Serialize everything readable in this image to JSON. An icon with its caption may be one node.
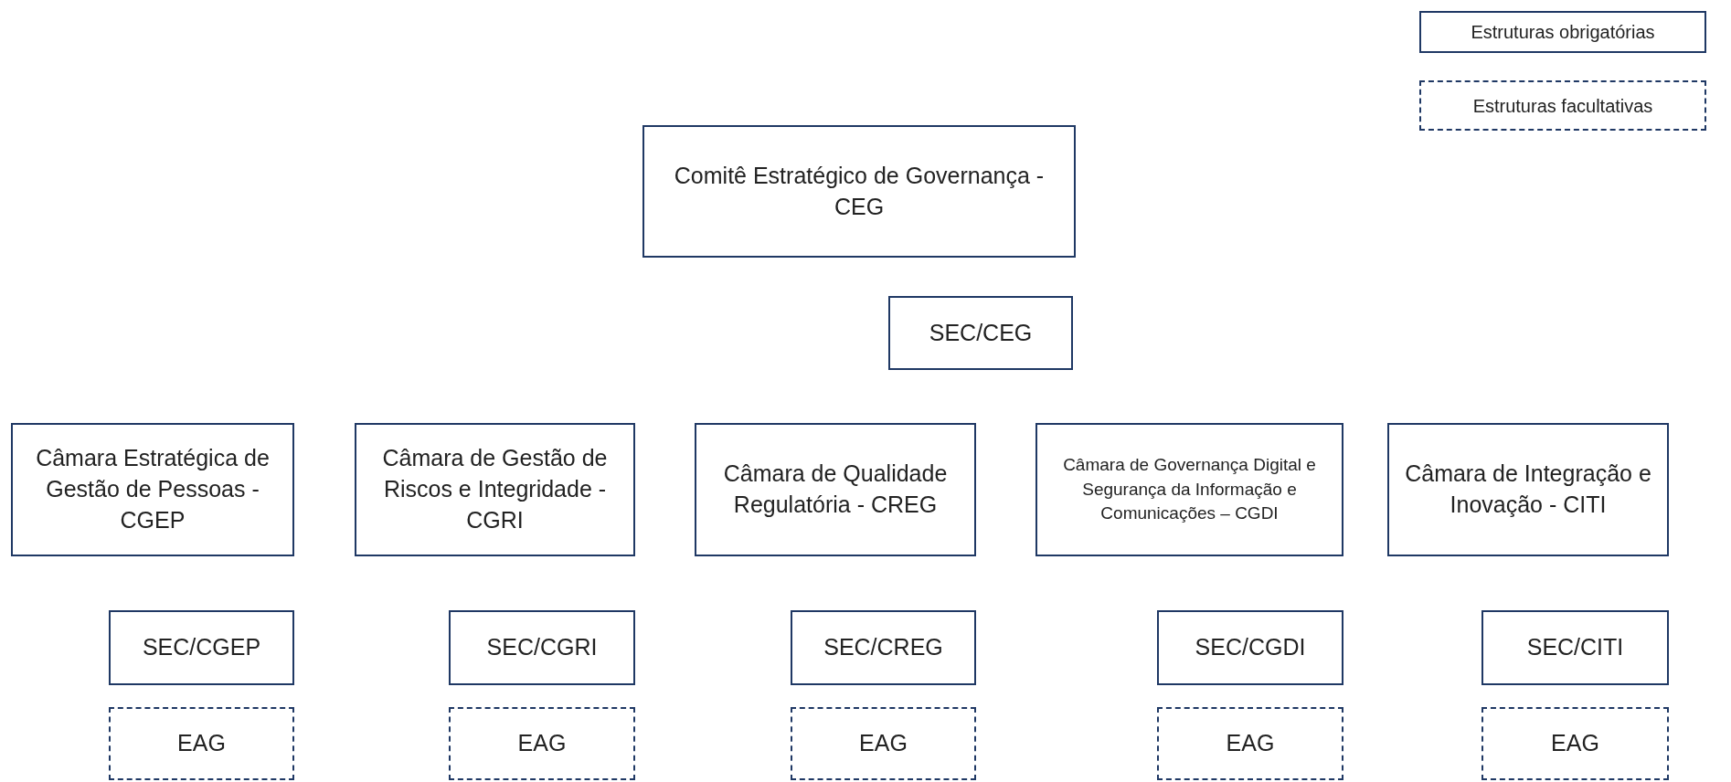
{
  "diagram": {
    "nodes": [
      {
        "text": [
          "Comitê Estratégico de Governança - CEG"
        ]
      },
      {
        "text": [
          "SEC/CEG"
        ]
      },
      {
        "text": [
          "Câmara Estratégica de Gestão de Pessoas - CGEP"
        ]
      },
      {
        "text": [
          "Câmara de Gestão de Riscos e Integridade - CGRI"
        ]
      },
      {
        "text": [
          "Câmara de Qualidade Regulatória - CREG"
        ]
      },
      {
        "text": [
          "Câmara de Governança Digital e Segurança da Informação e Comunicações – CGDI"
        ]
      },
      {
        "text": [
          "Câmara de Integração e Inovação - CITI"
        ]
      },
      {
        "text": [
          "SEC/CGEP"
        ]
      },
      {
        "text": [
          "SEC/CGRI"
        ]
      },
      {
        "text": [
          "SEC/CREG"
        ]
      },
      {
        "text": [
          "SEC/CGDI"
        ]
      },
      {
        "text": [
          "SEC/CITI"
        ]
      },
      {
        "text": [
          "EAG"
        ]
      },
      {
        "text": [
          "EAG"
        ]
      },
      {
        "text": [
          "EAG"
        ]
      },
      {
        "text": [
          "EAG"
        ]
      },
      {
        "text": [
          "EAG"
        ]
      }
    ],
    "legend": [
      {
        "text": "Estruturas obrigatórias"
      },
      {
        "text": "Estruturas facultativas"
      }
    ]
  }
}
